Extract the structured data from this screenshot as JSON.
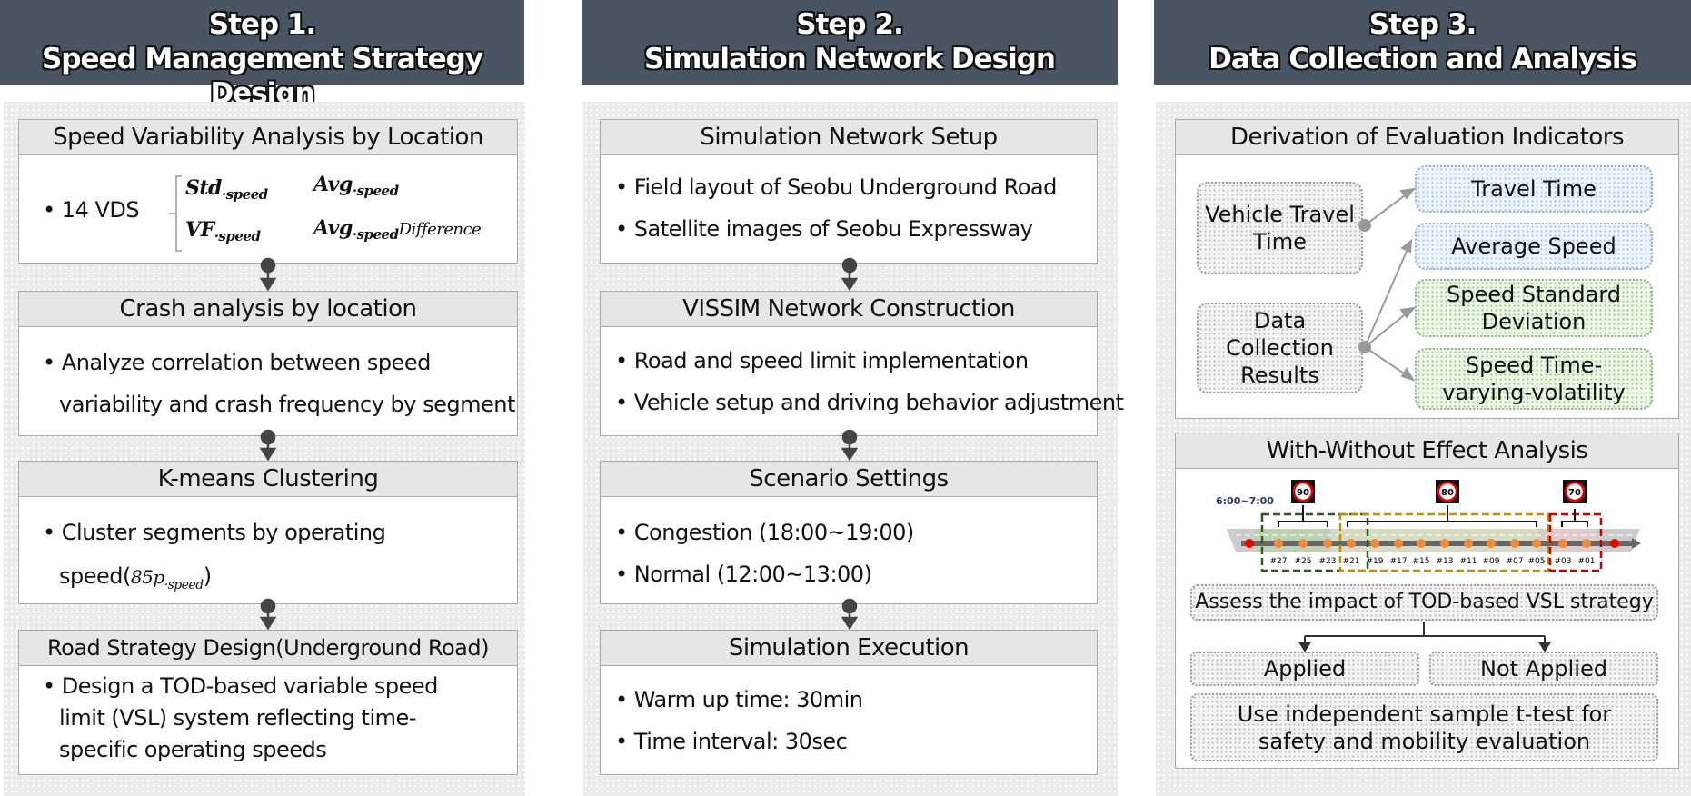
{
  "steps": [
    {
      "heading_line1": "Step 1.",
      "heading_line2": "Speed Management Strategy Design",
      "sections": [
        {
          "title": "Speed Variability Analysis by Location",
          "bullet": "14 VDS",
          "formulas": {
            "std": "Std",
            "vf": "VF",
            "avg": "Avg",
            "sub": "·speed",
            "diff": "Difference"
          }
        },
        {
          "title": "Crash analysis by location",
          "bullets": [
            "Analyze correlation between speed",
            "variability and crash frequency by segment"
          ]
        },
        {
          "title": "K-means Clustering",
          "bullets": [
            "Cluster segments by operating",
            "speed(",
            "85p",
            "·speed",
            ")"
          ]
        },
        {
          "title": "Road Strategy Design(Underground Road)",
          "bullets": [
            "Design a TOD-based variable speed",
            "limit (VSL) system reflecting time-",
            "specific operating speeds"
          ]
        }
      ]
    },
    {
      "heading_line1": "Step 2.",
      "heading_line2": "Simulation Network Design",
      "sections": [
        {
          "title": "Simulation Network Setup",
          "bullets": [
            "Field layout of  Seobu Underground Road",
            "Satellite images of  Seobu Expressway"
          ]
        },
        {
          "title": "VISSIM Network Construction",
          "bullets": [
            "Road and speed limit implementation",
            "Vehicle setup and driving behavior adjustment"
          ]
        },
        {
          "title": "Scenario Settings",
          "bullets": [
            "Congestion (18:00~19:00)",
            "Normal (12:00~13:00)"
          ]
        },
        {
          "title": "Simulation Execution",
          "bullets": [
            "Warm up time: 30min",
            "Time interval: 30sec"
          ]
        }
      ]
    },
    {
      "heading_line1": "Step 3.",
      "heading_line2": "Data Collection and Analysis",
      "derivation": {
        "title": "Derivation of Evaluation Indicators",
        "sources": [
          "Vehicle Travel Time",
          "Data Collection Results"
        ],
        "indicators": [
          "Travel Time",
          "Average Speed",
          "Speed Standard Deviation",
          "Speed Time-varying-volatility"
        ]
      },
      "effect": {
        "title": "With-Without Effect Analysis",
        "time_label": "6:00~7:00",
        "signs": [
          "90",
          "80",
          "70"
        ],
        "stations": [
          "#27",
          "#25",
          "#23",
          "#21",
          "#19",
          "#17",
          "#15",
          "#13",
          "#11",
          "#09",
          "#07",
          "#05",
          "#03",
          "#01"
        ],
        "assess": "Assess the impact of TOD-based VSL strategy",
        "applied": "Applied",
        "not_applied": "Not Applied",
        "ttest": [
          "Use independent sample t-test for",
          "safety and mobility evaluation"
        ]
      }
    }
  ]
}
